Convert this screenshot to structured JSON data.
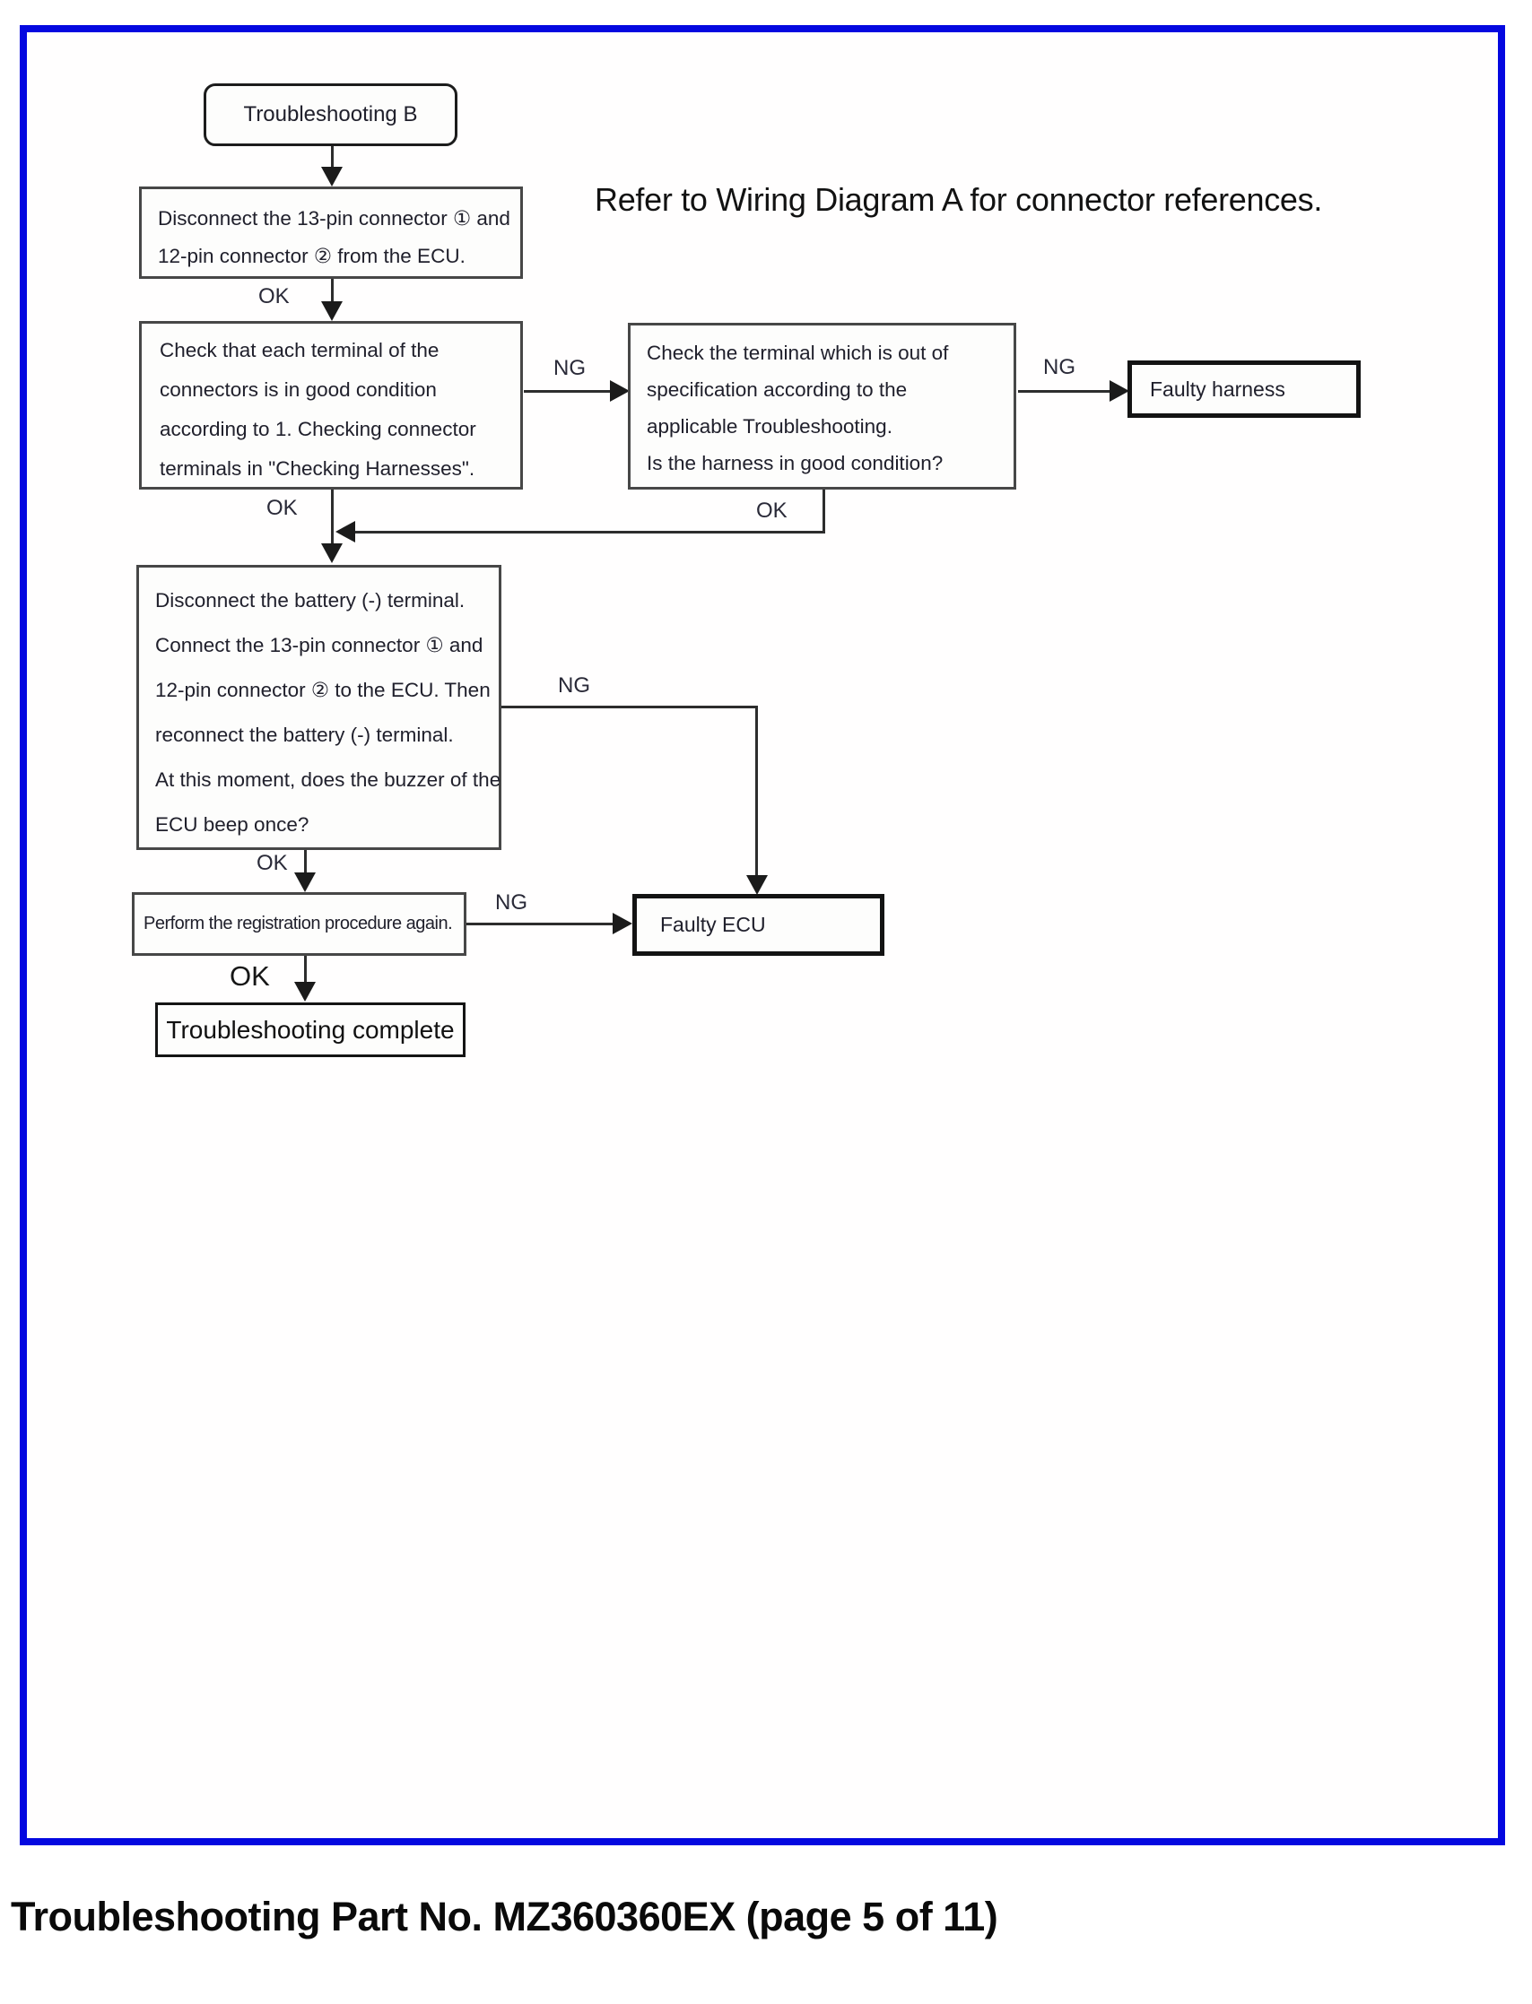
{
  "document": {
    "reference_note": "Refer to Wiring Diagram A for connector references.",
    "footer_caption": "Troubleshooting Part No. MZ360360EX (page 5 of 11)",
    "border_color": "#0408e0",
    "line_color": "#2d2d2d"
  },
  "flowchart": {
    "start_label": "Troubleshooting B",
    "nodes": {
      "disconnect_connectors": {
        "lines": [
          "Disconnect the 13-pin connector ① and",
          "12-pin connector ② from the ECU."
        ]
      },
      "check_terminals": {
        "lines": [
          "Check that each terminal of the",
          "connectors is in good condition",
          "according to 1. Checking connector",
          "terminals in \"Checking Harnesses\"."
        ]
      },
      "check_out_of_spec": {
        "lines": [
          "Check the terminal which is out of",
          "specification according to the",
          "applicable Troubleshooting.",
          "Is the harness in good condition?"
        ]
      },
      "faulty_harness": {
        "text": "Faulty harness"
      },
      "battery_reconnect": {
        "lines": [
          "Disconnect the battery (-) terminal.",
          "Connect the 13-pin connector ① and",
          "12-pin connector ② to the ECU. Then",
          "reconnect the battery (-) terminal.",
          "At this moment, does the buzzer of the",
          "ECU beep once?"
        ]
      },
      "perform_registration": {
        "text": "Perform the registration procedure again."
      },
      "faulty_ecu": {
        "text": "Faulty ECU"
      },
      "complete": {
        "text": "Troubleshooting complete"
      }
    },
    "edge_labels": {
      "disconnect_ok": "OK",
      "terminals_ng": "NG",
      "spec_ng": "NG",
      "spec_ok": "OK",
      "terminals_ok": "OK",
      "battery_ng": "NG",
      "battery_ok": "OK",
      "registration_ng": "NG",
      "registration_ok": "OK"
    }
  }
}
